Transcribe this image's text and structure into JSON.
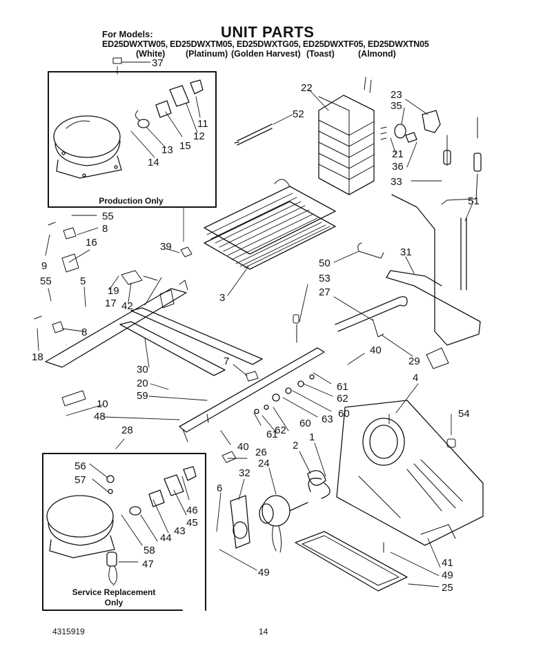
{
  "header": {
    "for_models": "For Models:",
    "title": "UNIT PARTS",
    "models": "ED25DWXTW05, ED25DWXTM05, ED25DWXTG05, ED25DWXTF05, ED25DWXTN05",
    "colors": [
      "(White)",
      "(Platinum)",
      "(Golden Harvest)",
      "(Toast)",
      "(Almond)"
    ]
  },
  "boxes": {
    "production": "Production Only",
    "service_line1": "Service Replacement",
    "service_line2": "Only"
  },
  "footer": {
    "doc_number": "4315919",
    "page_number": "14"
  },
  "callouts": [
    "37",
    "22",
    "23",
    "35",
    "52",
    "11",
    "12",
    "15",
    "13",
    "14",
    "21",
    "36",
    "33",
    "51",
    "55",
    "8",
    "16",
    "39",
    "9",
    "50",
    "31",
    "53",
    "27",
    "55",
    "5",
    "19",
    "3",
    "17",
    "42",
    "8",
    "18",
    "40",
    "29",
    "30",
    "7",
    "20",
    "59",
    "61",
    "62",
    "10",
    "48",
    "60",
    "63",
    "4",
    "54",
    "28",
    "62",
    "60",
    "61",
    "40",
    "26",
    "2",
    "1",
    "56",
    "24",
    "32",
    "57",
    "6",
    "46",
    "45",
    "44",
    "43",
    "58",
    "47",
    "41",
    "49",
    "49",
    "25"
  ]
}
